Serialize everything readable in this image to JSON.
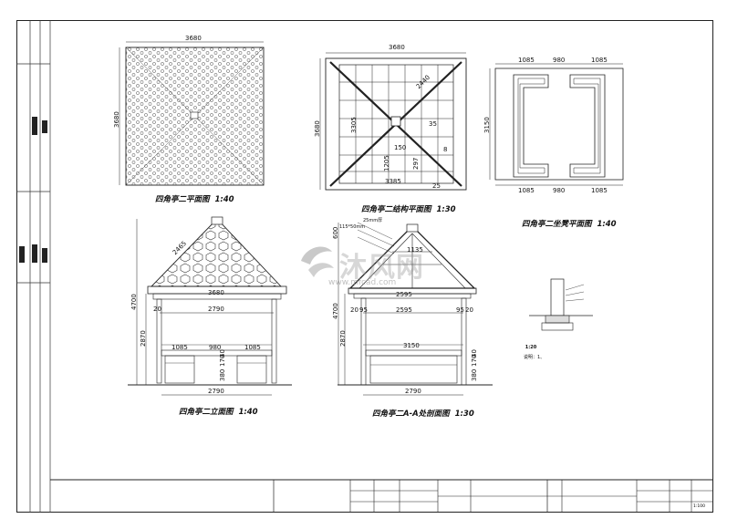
{
  "plan_roof": {
    "title": "四角亭二平面图",
    "scale": "1:40",
    "width": "3680",
    "height": "3680"
  },
  "plan_structure": {
    "title": "四角亭二结构平面图",
    "scale": "1:30",
    "width": "3680",
    "height": "3680",
    "inner_v": "3305",
    "diag": "2440",
    "d35": "35",
    "d150": "150",
    "d1205": "1205",
    "d297": "297",
    "d8": "8",
    "bottom": "3385",
    "d25": "25"
  },
  "plan_seat": {
    "title": "四角亭二坐凳平面图",
    "scale": "1:40",
    "top": [
      "1085",
      "980",
      "1085"
    ],
    "bottom": [
      "1085",
      "980",
      "1085"
    ],
    "height": "3150"
  },
  "elevation": {
    "title": "四角亭二立面图",
    "scale": "1:40",
    "slope": "2465",
    "eave": "3680",
    "d20": "20",
    "d2790a": "2790",
    "seats": [
      "1085",
      "980",
      "1085"
    ],
    "h_total": "4700",
    "h_col": "2870",
    "seat_h": [
      "380",
      "170",
      "40"
    ],
    "base": "2790"
  },
  "section": {
    "title": "四角亭二A-A处剖面图",
    "scale": "1:30",
    "notes": [
      "25mm厚",
      "115*50mm"
    ],
    "d600": "600",
    "d1135": "1135",
    "d2595a": "2595",
    "d20a": "20",
    "d95a": "95",
    "d95b": "95",
    "d20b": "20",
    "d2595b": "2595",
    "d3150": "3150",
    "h_total": "4700",
    "h_col": "2870",
    "seat_h": [
      "380",
      "170",
      "40"
    ],
    "base": "2790"
  },
  "detail": {
    "title": "",
    "scale": "1:20",
    "notes": [],
    "label2": "",
    "note_prefix": "说明：1、"
  },
  "watermark": {
    "text": "沐风网",
    "url": "www.mfcad.com"
  },
  "title_block": {
    "designer_unit": "",
    "approve": "",
    "check": "",
    "review": "",
    "design_lead": "",
    "project_lead": "",
    "designer": "",
    "project": "",
    "project_name": "",
    "name_label": "",
    "drawing_name": "",
    "drawing_label": "",
    "drawing_num_label": "",
    "stage_label": "",
    "stage": "",
    "date_label": "",
    "date": "",
    "scale_label": "",
    "scale": "1:100",
    "num_label": "",
    "num": "",
    "code": ""
  }
}
